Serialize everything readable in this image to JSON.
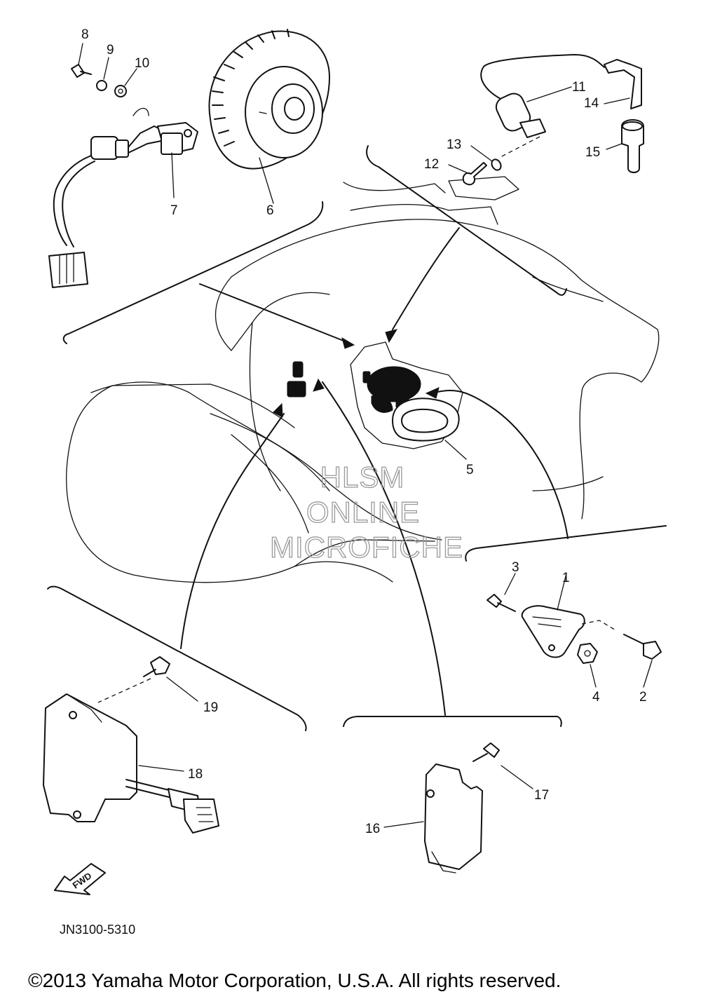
{
  "diagram": {
    "part_numbers": [
      "1",
      "2",
      "3",
      "4",
      "5",
      "6",
      "7",
      "8",
      "9",
      "10",
      "11",
      "12",
      "13",
      "14",
      "15",
      "16",
      "17",
      "18",
      "19"
    ],
    "watermark": {
      "line1": "HLSM",
      "line2": "ONLINE",
      "line3": "MICROFICHE"
    },
    "fwd_label": "FWD",
    "diagram_code": "JN3100-5310",
    "copyright": "©2013 Yamaha Motor Corporation, U.S.A. All rights reserved."
  }
}
